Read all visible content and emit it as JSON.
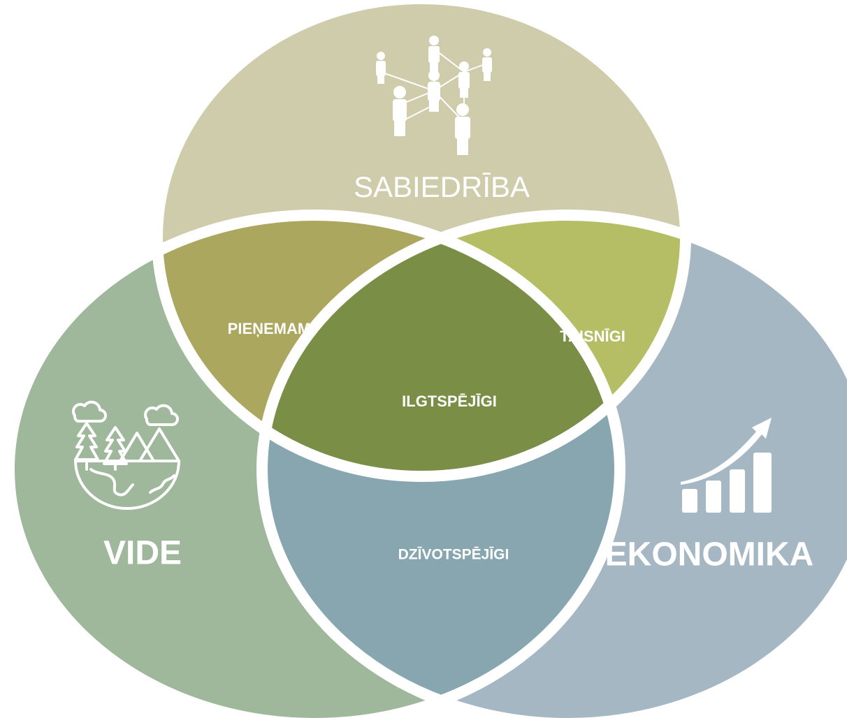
{
  "diagram": {
    "circles": {
      "society": {
        "label": "SABIEDRĪBA",
        "color": "#ceccaa",
        "icon": "people-network-icon"
      },
      "environment": {
        "label": "VIDE",
        "color": "#9fb79b",
        "icon": "nature-globe-icon"
      },
      "economy": {
        "label": "EKONOMIKA",
        "color": "#a5b7c3",
        "icon": "growth-chart-icon"
      }
    },
    "intersections": {
      "society_environment": {
        "label": "PIEŅEMAMI",
        "color": "#aca75e"
      },
      "society_economy": {
        "label": "TAISNĪGI",
        "color": "#b5be65"
      },
      "environment_economy": {
        "label": "DZĪVOTSPĒJĪGI",
        "color": "#87a6b0"
      },
      "center": {
        "label": "ILGTSPĒJĪGI",
        "color": "#7b8e46"
      }
    },
    "outline_color": "#ffffff"
  }
}
